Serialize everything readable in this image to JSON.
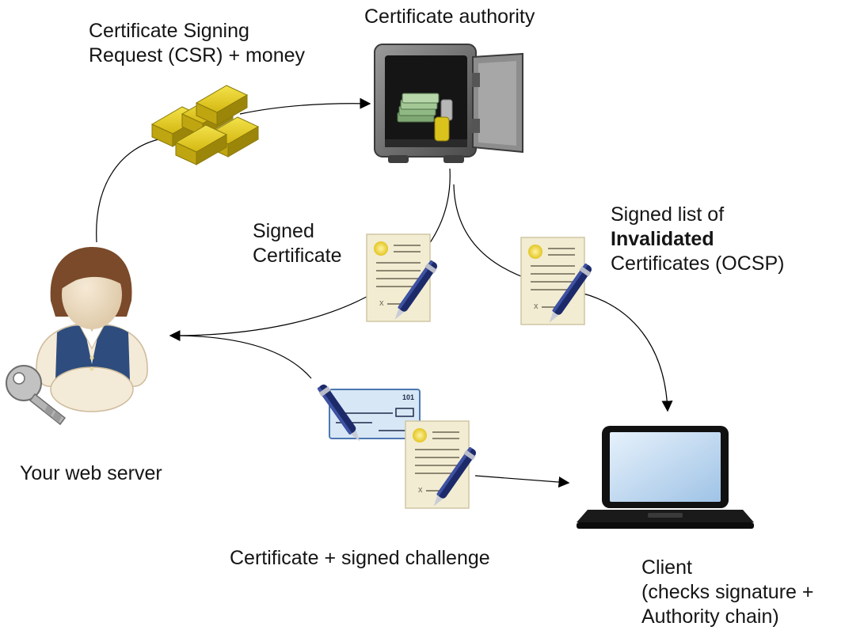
{
  "labels": {
    "csr_line1": "Certificate Signing",
    "csr_line2": "Request (CSR) + money",
    "ca": "Certificate authority",
    "signed_cert_line1": "Signed",
    "signed_cert_line2": "Certificate",
    "ocsp_line1": "Signed list of",
    "ocsp_line2": "Invalidated",
    "ocsp_line3": "Certificates (OCSP)",
    "server": "Your web server",
    "challenge": "Certificate + signed challenge",
    "client_line1": "Client",
    "client_line2": "(checks signature +",
    "client_line3": "Authority chain)",
    "cheque_number": "101"
  },
  "colors": {
    "gold": "#d9c21b",
    "safe_body": "#6e6e6e",
    "certificate_paper": "#f2ecd2",
    "pen": "#1d2a6a",
    "cheque": "#d8e7f6",
    "vest": "#2e4c7e",
    "hair": "#7a4a2a",
    "laptop_screen": "#c4dcf1"
  },
  "icons": [
    "gold-bars-icon",
    "safe-icon",
    "certificate-icon",
    "pen-icon",
    "person-icon",
    "key-icon",
    "cheque-icon",
    "laptop-icon"
  ]
}
